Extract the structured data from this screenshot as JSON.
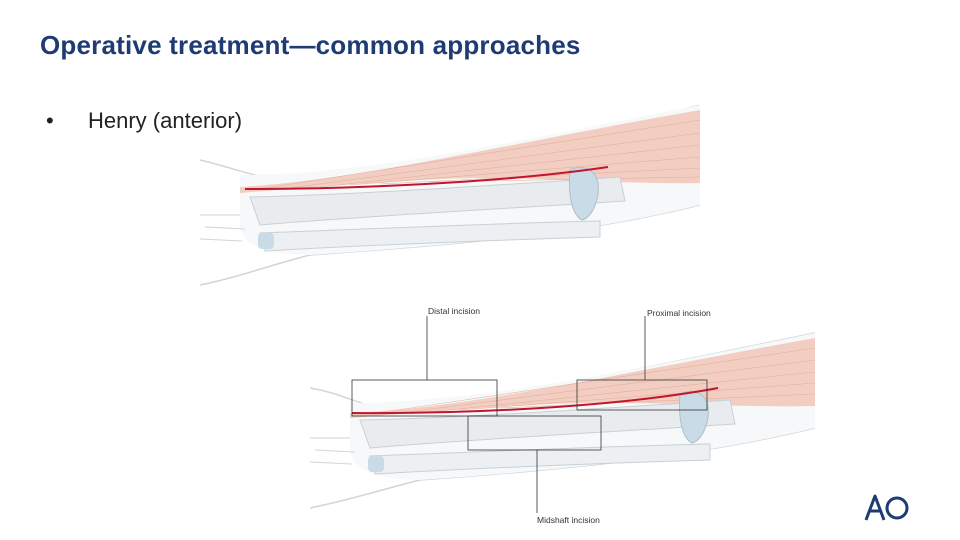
{
  "slide": {
    "title": "Operative treatment—common approaches",
    "bullets": [
      {
        "marker": "•",
        "text": "Henry (anterior)"
      }
    ]
  },
  "figure_bottom": {
    "labels": {
      "distal": "Distal incision",
      "proximal": "Proximal incision",
      "midshaft": "Midshaft incision"
    }
  },
  "logo": {
    "text": "AO"
  },
  "colors": {
    "title": "#1f3b73",
    "incision": "#c0172d",
    "muscle": "#f1c9bb",
    "bone": "#e8ecef",
    "joint": "#c9dbe6",
    "logo": "#1f3b73"
  }
}
